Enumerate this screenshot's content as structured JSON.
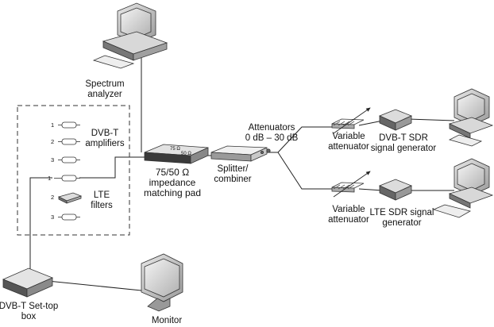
{
  "labels": {
    "spectrum_analyzer": "Spectrum\nanalyzer",
    "dvbt_amplifiers": "DVB-T\namplifiers",
    "lte_filters": "LTE\nfilters",
    "pad_top": "75 Ω",
    "pad_bottom": "50 Ω",
    "pad_label": "75/50 Ω\nimpedance\nmatching pad",
    "splitter": "Splitter/\ncombiner",
    "attenuators": "Attenuators\n0 dB – 30 dB",
    "var_att_1": "Variable\nattenuator",
    "var_att_2": "Variable\nattenuator",
    "dvbt_gen": "DVB-T SDR\nsignal generator",
    "lte_gen": "LTE SDR signal\ngenerator",
    "settop": "DVB-T Set-top\nbox",
    "monitor": "Monitor"
  },
  "slots": {
    "dvbt": [
      "1",
      "2",
      "3"
    ],
    "lte": [
      "1",
      "2",
      "3"
    ]
  }
}
